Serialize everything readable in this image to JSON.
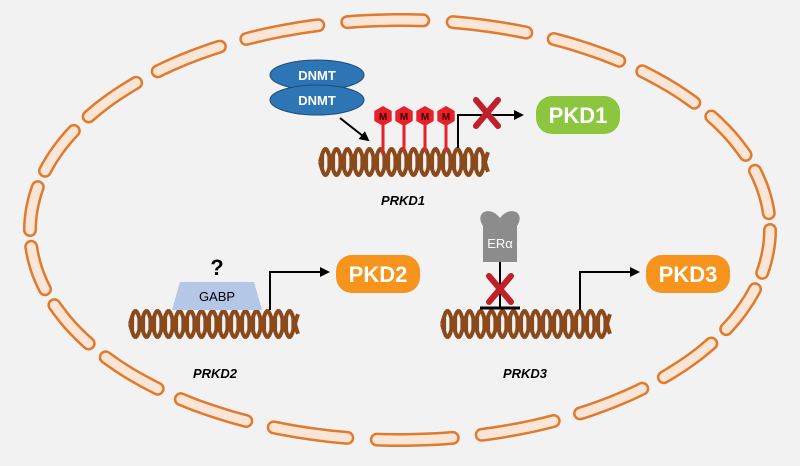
{
  "genes": {
    "prkd1": {
      "label": "PRKD1",
      "product": "PKD1",
      "product_color": "#8cc63f"
    },
    "prkd2": {
      "label": "PRKD2",
      "product": "PKD2",
      "product_color": "#f7941d"
    },
    "prkd3": {
      "label": "PRKD3",
      "product": "PKD3",
      "product_color": "#f7941d"
    }
  },
  "dnmt": {
    "top_label": "DNMT",
    "bottom_label": "DNMT",
    "color": "#2e75b6"
  },
  "methylation": {
    "mark_label": "M",
    "marks": [
      "M",
      "M",
      "M",
      "M"
    ],
    "color": "#e8202a"
  },
  "gabp": {
    "label": "GABP",
    "query": "?",
    "color": "#b4c7e7"
  },
  "er": {
    "label": "ERα",
    "color": "#8c8c8c"
  },
  "colors": {
    "dna": "#8b4a1c",
    "membrane_fill": "#fbe5d6",
    "membrane_stroke": "#e07a2c",
    "block_cross": "#c0202a",
    "arrow": "#000000"
  }
}
